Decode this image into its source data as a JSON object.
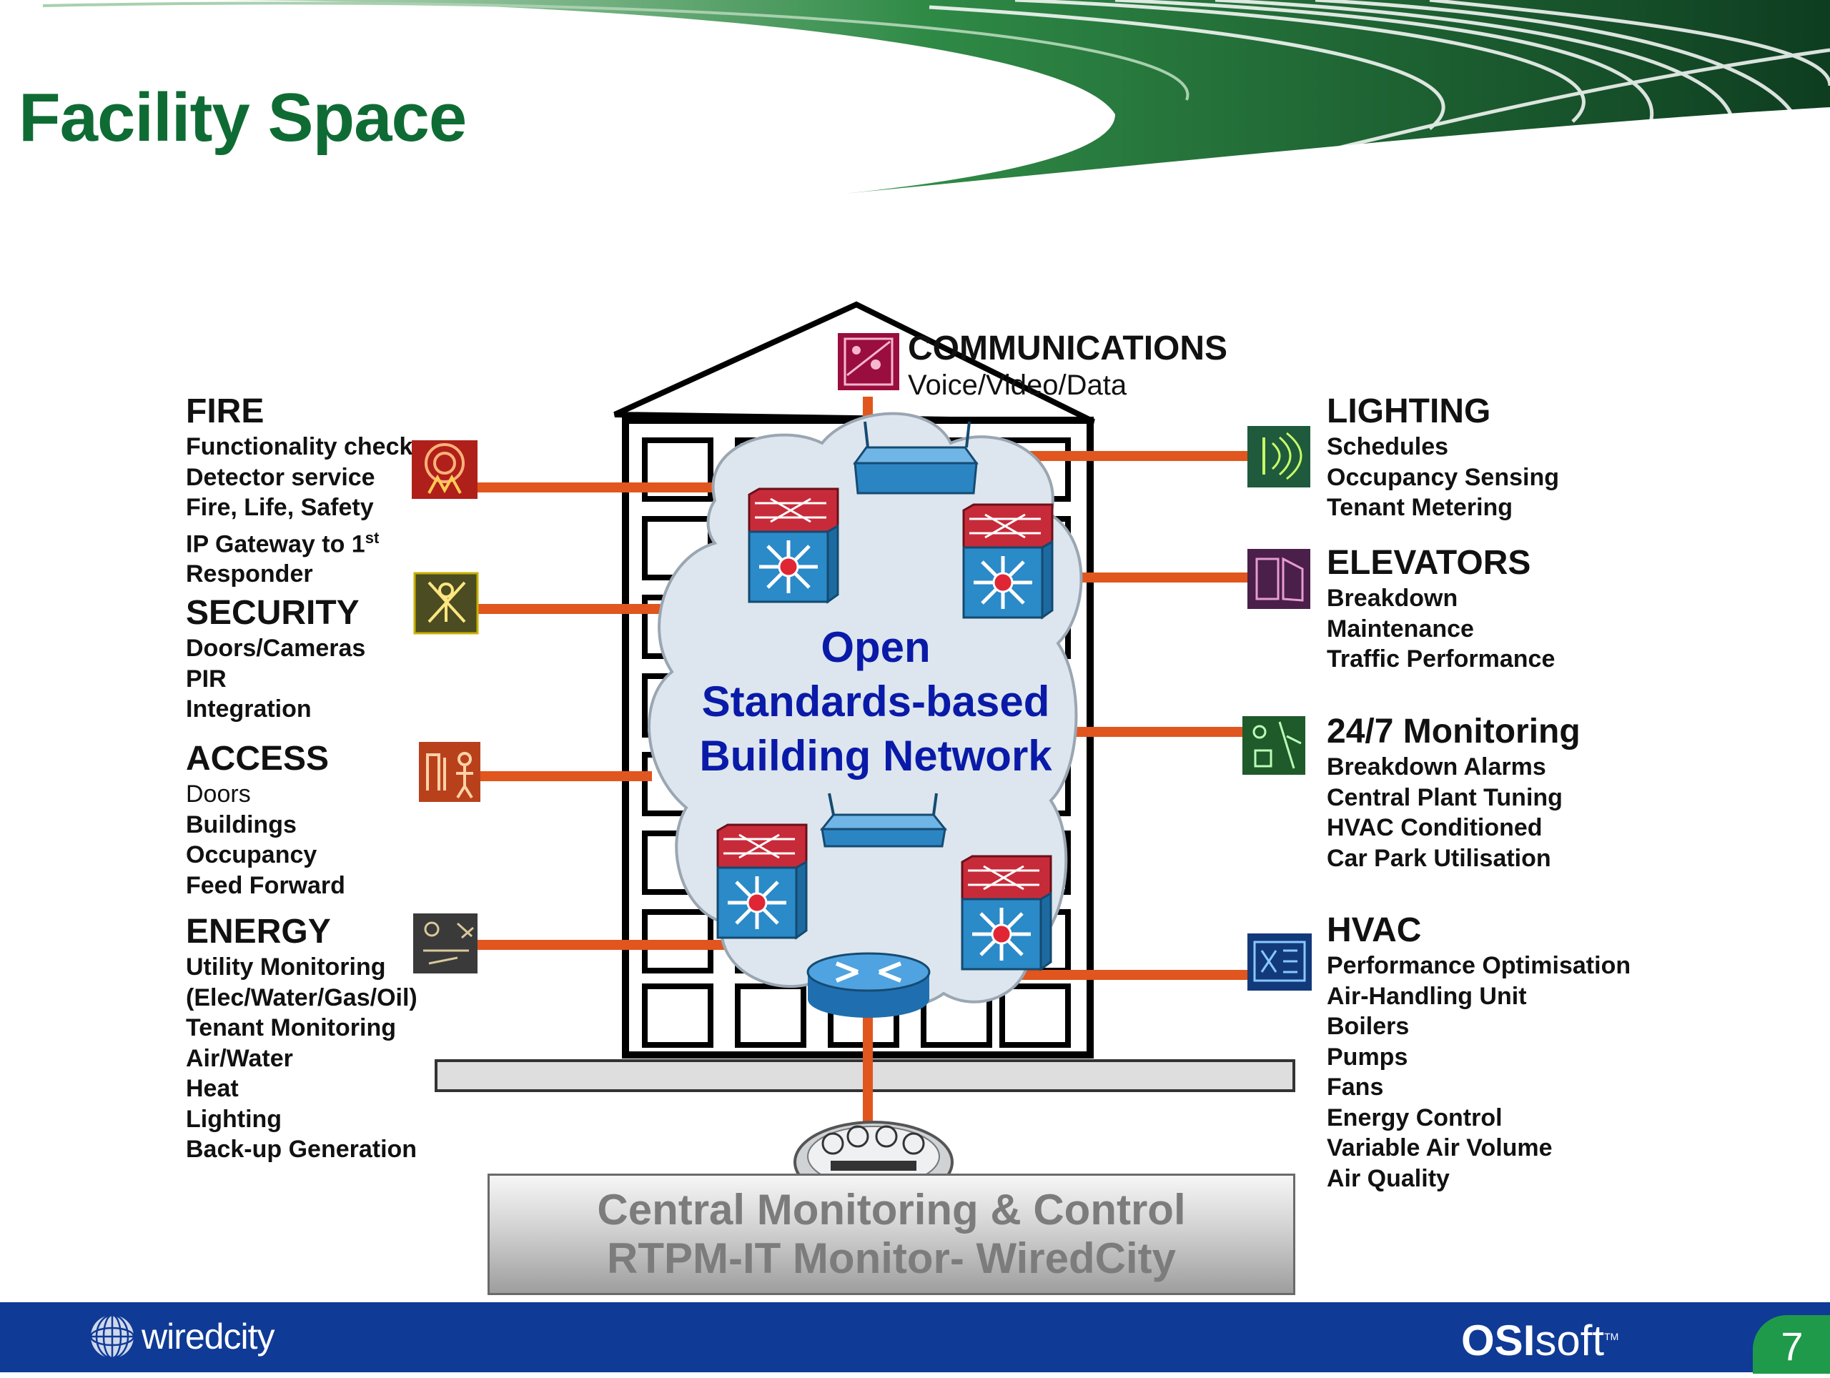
{
  "title": "Facility Space",
  "communications": {
    "heading": "COMMUNICATIONS",
    "sub": "Voice/Video/Data"
  },
  "fire": {
    "heading": "FIRE",
    "items": [
      "Functionality check",
      "Detector service",
      "Fire, Life, Safety",
      "IP Gateway to 1",
      "Responder"
    ],
    "sup": "st"
  },
  "security": {
    "heading": "SECURITY",
    "items": [
      "Doors/Cameras",
      "PIR",
      "Integration"
    ]
  },
  "access": {
    "heading": "ACCESS",
    "items": [
      "Doors",
      "Buildings",
      "Occupancy",
      "Feed Forward"
    ]
  },
  "energy": {
    "heading": "ENERGY",
    "items": [
      "Utility Monitoring",
      "(Elec/Water/Gas/Oil)",
      "Tenant Monitoring",
      "Air/Water",
      "Heat",
      "Lighting",
      "Back-up Generation"
    ]
  },
  "lighting": {
    "heading": "LIGHTING",
    "items": [
      "Schedules",
      "Occupancy Sensing",
      "Tenant Metering"
    ]
  },
  "elevators": {
    "heading": "ELEVATORS",
    "items": [
      "Breakdown",
      "Maintenance",
      "Traffic Performance"
    ]
  },
  "monitoring": {
    "heading": "24/7 Monitoring",
    "items": [
      "Breakdown Alarms",
      "Central Plant Tuning",
      "HVAC Conditioned",
      "Car Park Utilisation"
    ]
  },
  "hvac": {
    "heading": "HVAC",
    "items": [
      "Performance Optimisation",
      "Air-Handling Unit",
      "Boilers",
      "Pumps",
      "Fans",
      "Energy Control",
      "Variable Air Volume",
      "Air Quality"
    ]
  },
  "network": {
    "line1": "Open",
    "line2": "Standards-based",
    "line3": "Building Network"
  },
  "central": {
    "line1": "Central Monitoring & Control",
    "line2": "RTPM-IT Monitor- WiredCity"
  },
  "footer": {
    "left_logo": "wiredcity",
    "right_logo_bold": "OSI",
    "right_logo_rest": "soft",
    "right_logo_tm": "TM",
    "page_number": "7"
  },
  "colors": {
    "title_green": "#0f6b34",
    "connector_orange": "#e0561e",
    "network_blue": "#0a1aa8",
    "footer_blue": "#0f3a96",
    "page_badge_green": "#1f9a4a"
  }
}
